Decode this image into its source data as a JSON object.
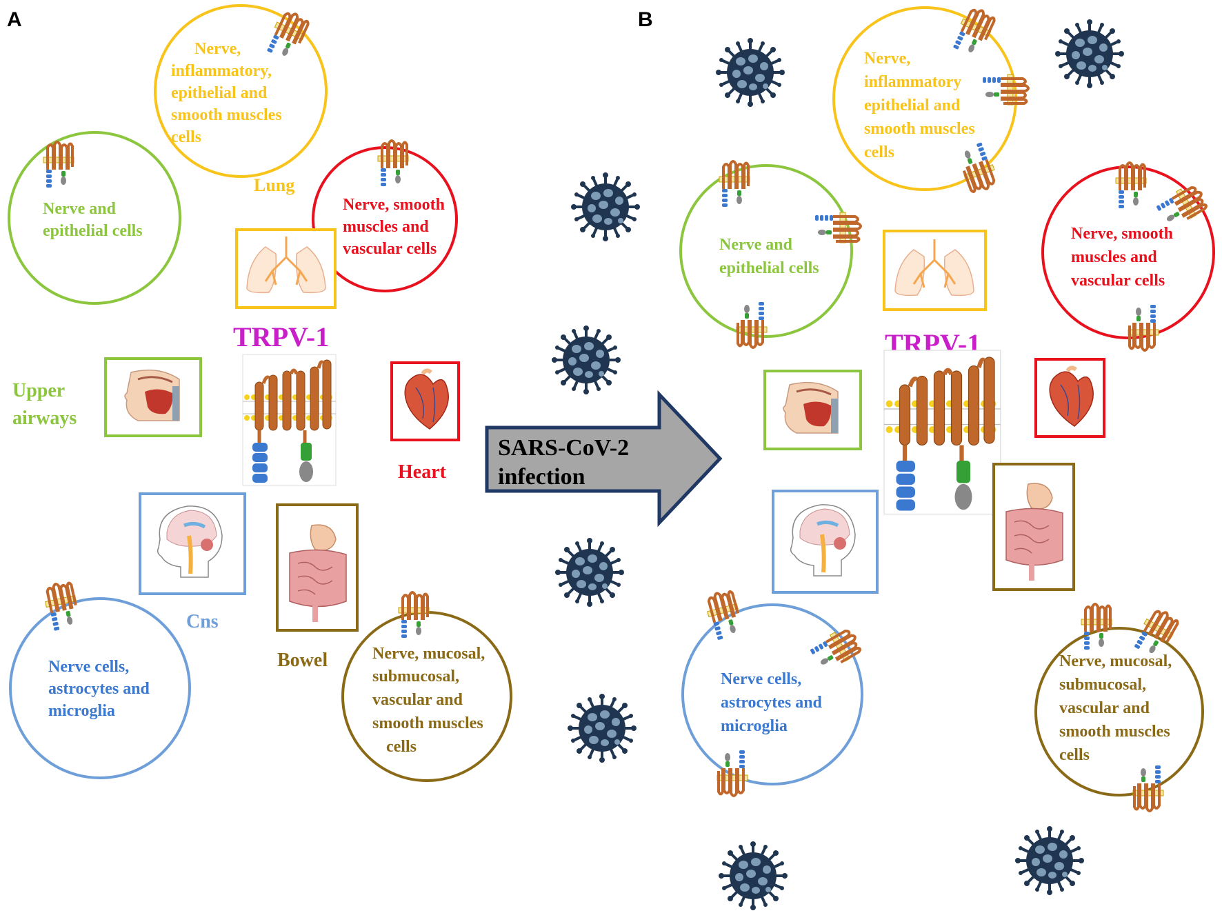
{
  "panels": {
    "a": "A",
    "b": "B"
  },
  "colors": {
    "green": "#8cc63f",
    "yellow": "#f8c41c",
    "red": "#e8121f",
    "blue": "#6f9fd8",
    "brown": "#8b6a17",
    "magenta": "#c81fc8",
    "virus": "#203650",
    "arrow_fill": "#a6a6a6",
    "arrow_stroke": "#1f3864",
    "receptor": "#c0682b"
  },
  "cells": {
    "lung_cells": [
      "Nerve,",
      "inflammatory,",
      "epithelial and",
      "smooth muscles",
      "cells"
    ],
    "lung_cells_b": [
      "Nerve,",
      "inflammatory",
      "epithelial and",
      "smooth muscles",
      "cells"
    ],
    "airway_cells": [
      "Nerve and",
      "epithelial cells"
    ],
    "airway_cells_b": [
      "Nerve and",
      "epithelial cells"
    ],
    "heart_cells": [
      "Nerve, smooth",
      "muscles and",
      "vascular cells"
    ],
    "cns_cells": [
      "Nerve cells,",
      "astrocytes and",
      "microglia"
    ],
    "bowel_cells": [
      "Nerve, mucosal,",
      "submucosal,",
      "vascular and",
      "smooth muscles",
      "cells"
    ]
  },
  "organs": {
    "lung": "Lung",
    "upper_airways": [
      "Upper",
      "airways"
    ],
    "heart": "Heart",
    "cns": "Cns",
    "bowel": "Bowel"
  },
  "receptor_label": "TRPV-1",
  "arrow_label": [
    "SARS-CoV-2",
    "infection"
  ],
  "icons": [
    "virus-icon",
    "lung-icon",
    "head-airway-icon",
    "heart-icon",
    "brain-icon",
    "bowel-icon",
    "trpv1-channel-icon"
  ]
}
